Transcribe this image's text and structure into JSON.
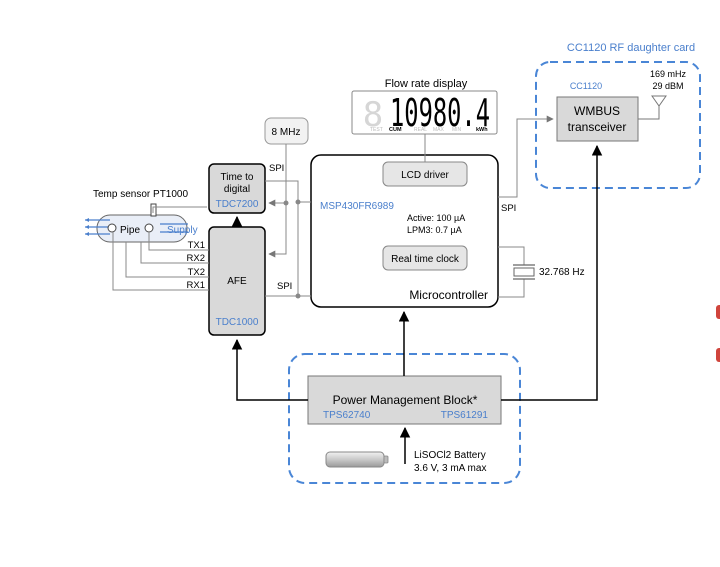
{
  "rf_card": {
    "title": "CC1120 RF daughter card",
    "chip": "CC1120",
    "transceiver": [
      "WMBUS",
      "transceiver"
    ],
    "freq": "169 mHz",
    "power": "29 dBM"
  },
  "display": {
    "title": "Flow rate display",
    "digits": "10980.4",
    "labels": [
      "TEST",
      "CUM",
      "REAL",
      "MAX",
      "MIN",
      "kWh"
    ]
  },
  "clock": {
    "label": "8 MHz"
  },
  "tdc": {
    "title": [
      "Time to",
      "digital"
    ],
    "part": "TDC7200"
  },
  "afe": {
    "title": "AFE",
    "part": "TDC1000"
  },
  "sensor": {
    "temp_label": "Temp sensor PT1000",
    "pipe_label": "Pipe",
    "supply_label": "Supply"
  },
  "signals": [
    "TX1",
    "RX2",
    "TX2",
    "RX1"
  ],
  "bus": {
    "spi": "SPI"
  },
  "mcu": {
    "part": "MSP430FR6989",
    "active": "Active: 100 µA",
    "lpm3": "LPM3: 0.7 µA",
    "lcd_driver": "LCD driver",
    "rtc": "Real time clock",
    "title": "Microcontroller"
  },
  "crystal": {
    "label": "32.768 Hz"
  },
  "pmb": {
    "title": "Power Management Block*",
    "part_left": "TPS62740",
    "part_right": "TPS61291"
  },
  "battery": {
    "name": "LiSOCl2 Battery",
    "spec": "3.6 V, 3 mA max"
  },
  "colors": {
    "accent_blue": "#4a7fcc",
    "block_gray": "#d9d9d9",
    "dash_blue": "#4a86d6"
  }
}
